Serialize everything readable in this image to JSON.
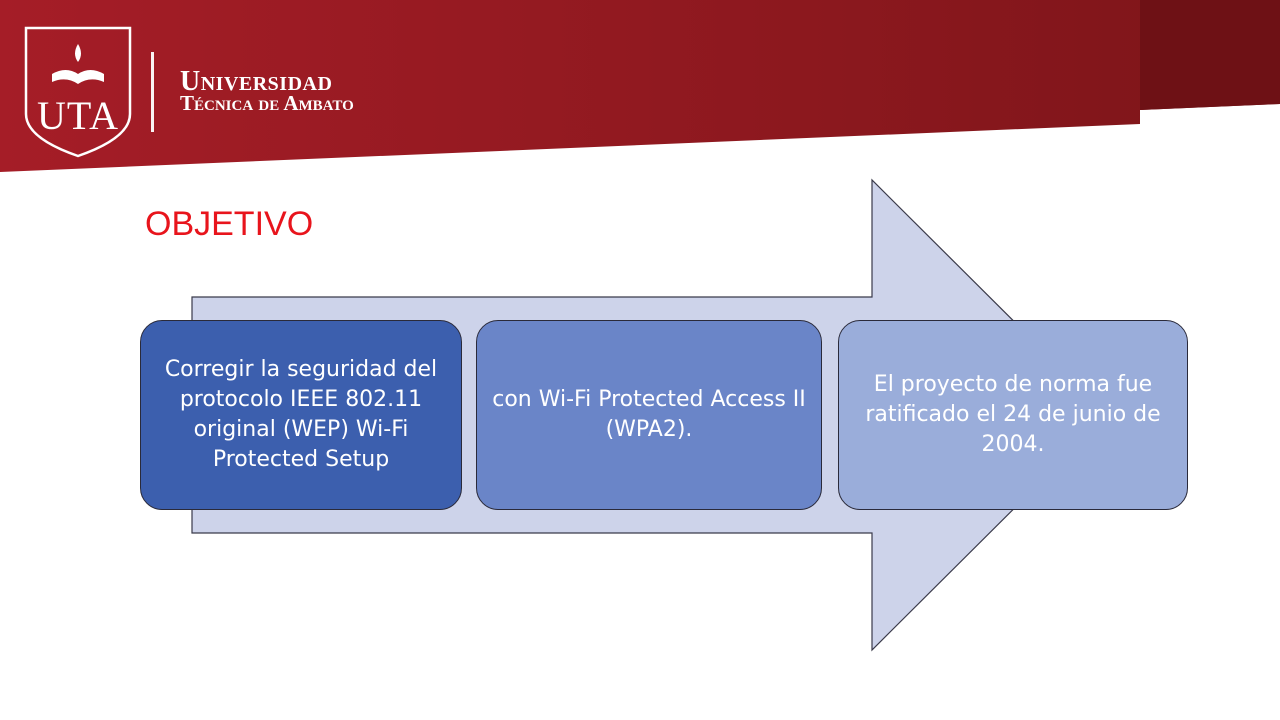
{
  "header": {
    "logo_text": "UTA",
    "university_name": "Universidad",
    "university_subtitle": "Técnica de Ambato",
    "band_color": "#9b1b24",
    "band_color_dark": "#7a1419"
  },
  "slide": {
    "title": "OBJETIVO",
    "title_color": "#e8141c"
  },
  "process_steps": [
    {
      "text": "Corregir la seguridad del protocolo  IEEE 802.11 original (WEP) Wi-Fi Protected Setup",
      "color": "#3c5fae"
    },
    {
      "text": "con  Wi-Fi Protected Access II (WPA2).",
      "color": "#6a85c8"
    },
    {
      "text": "El proyecto de norma fue ratificado el 24 de junio de 2004.",
      "color": "#9aadda"
    }
  ],
  "arrow_color": "#cdd3ea"
}
